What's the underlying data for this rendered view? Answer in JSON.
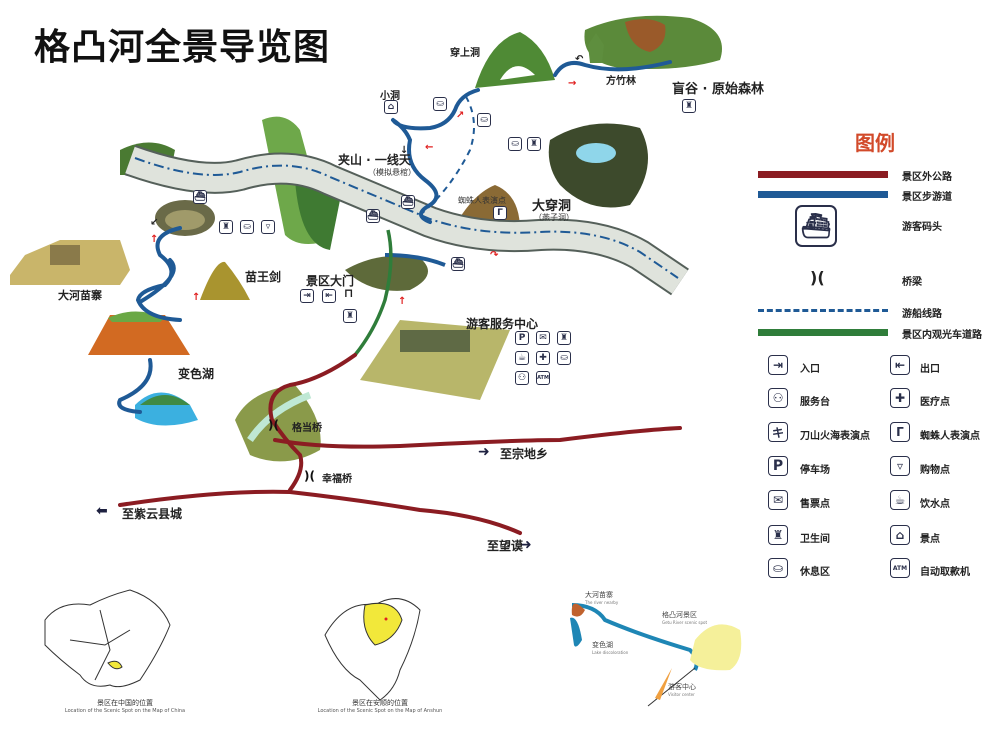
{
  "title": "格凸河全景导览图",
  "map": {
    "places": {
      "chuanshang_dong": "穿上洞",
      "fangzhu_lin": "方竹林",
      "manggu": "盲谷 · 原始森林",
      "xiao_dong": "小洞",
      "jiashan": "夹山 · 一线天",
      "jiashan_sub": "（模拟悬棺）",
      "zhizhuren": "蜘蛛人表演点",
      "dachuan_dong": "大穿洞",
      "dachuan_sub": "（燕子洞）",
      "dahe_miaozhai": "大河苗寨",
      "miaowang_jian": "苗王剑",
      "jingqu_damen": "景区大门",
      "youke_fuwu": "游客服务中心",
      "bianse_hu": "变色湖",
      "gedang_qiao": "格当桥",
      "xingfu_qiao": "幸福桥",
      "to_zongdi": "至宗地乡",
      "to_ziyun": "至紫云县城",
      "to_wangmo": "至望谟"
    },
    "icon_text": {
      "parking": "P",
      "atm": "ATM"
    }
  },
  "legend": {
    "title": "图例",
    "lines": [
      {
        "label": "景区外公路",
        "color": "#8b1c22"
      },
      {
        "label": "景区步游道",
        "color": "#1f5a96"
      },
      {
        "label": "游客码头",
        "icon": "ship-icon"
      },
      {
        "label": "桥梁",
        "icon": "bridge-icon"
      },
      {
        "label": "游船线路",
        "color": "#1f5a96",
        "style": "dash-dot"
      },
      {
        "label": "景区内观光车道路",
        "color": "#2f7d3a"
      }
    ],
    "icons": [
      {
        "label": "入口",
        "icon": "entrance-icon"
      },
      {
        "label": "出口",
        "icon": "exit-icon"
      },
      {
        "label": "服务台",
        "icon": "service-desk-icon"
      },
      {
        "label": "医疗点",
        "icon": "medical-icon"
      },
      {
        "label": "刀山火海表演点",
        "icon": "knife-mountain-show-icon"
      },
      {
        "label": "蜘蛛人表演点",
        "icon": "spiderman-show-icon"
      },
      {
        "label": "停车场",
        "icon": "parking-icon",
        "glyph": "P"
      },
      {
        "label": "购物点",
        "icon": "shopping-cart-icon"
      },
      {
        "label": "售票点",
        "icon": "ticket-icon"
      },
      {
        "label": "饮水点",
        "icon": "drink-icon"
      },
      {
        "label": "卫生间",
        "icon": "toilet-icon"
      },
      {
        "label": "景点",
        "icon": "scenic-spot-icon"
      },
      {
        "label": "休息区",
        "icon": "rest-area-icon"
      },
      {
        "label": "自动取款机",
        "icon": "atm-icon",
        "glyph": "ATM"
      }
    ]
  },
  "insets": {
    "china": {
      "caption": "景区在中国的位置",
      "caption_en": "Location of the Scenic Spot on the Map of China"
    },
    "anshun": {
      "caption": "景区在安顺的位置",
      "caption_en": "Location of the Scenic Spot on the Map of Anshun"
    },
    "schematic": {
      "labels": [
        {
          "zh": "大河苗寨",
          "en": "The river nearby"
        },
        {
          "zh": "变色湖",
          "en": "Lake discoloration"
        },
        {
          "zh": "格凸河景区",
          "en": "Getu River scenic spot"
        },
        {
          "zh": "游客中心",
          "en": "Visitor center"
        }
      ]
    }
  },
  "colors": {
    "road": "#8b1c22",
    "trail": "#1f5a96",
    "shuttle": "#2f7d3a",
    "legend_title": "#d24a2a",
    "highlight": "#f2e83a"
  }
}
